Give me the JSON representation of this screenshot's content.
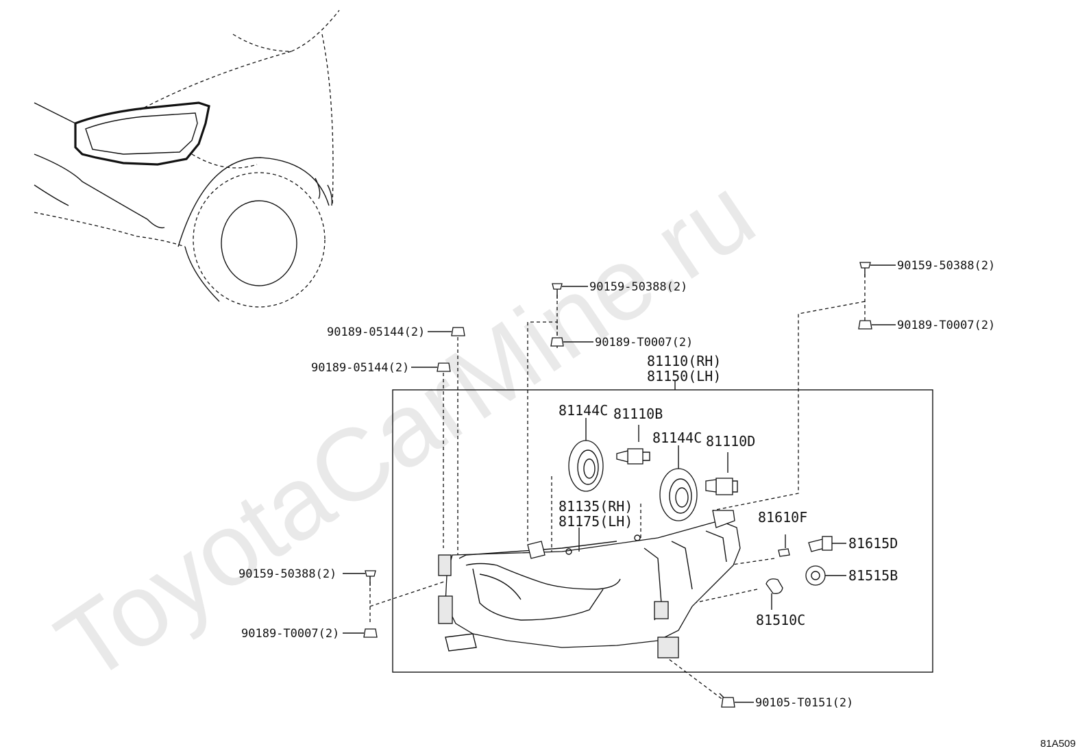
{
  "watermark": "ToyotaCarMine.ru",
  "diagram_code": "81A509",
  "labels": {
    "bolt_top_center": "90159-50388(2)",
    "clip_top_center": "90189-T0007(2)",
    "bolt_top_right": "90159-50388(2)",
    "clip_top_right": "90189-T0007(2)",
    "clip_left_upper": "90189-05144(2)",
    "clip_left_lower": "90189-05144(2)",
    "assembly_rh": "81110(RH)",
    "assembly_lh": "81150(LH)",
    "seal_1": "81144C",
    "bulb_b": "81110B",
    "seal_2": "81144C",
    "bulb_d": "81110D",
    "housing_rh": "81135(RH)",
    "housing_lh": "81175(LH)",
    "bulb_f": "81610F",
    "socket_d": "81615D",
    "socket_b": "81515B",
    "bulb_c": "81510C",
    "bolt_left": "90159-50388(2)",
    "clip_left": "90189-T0007(2)",
    "screw_bottom": "90105-T0151(2)"
  }
}
